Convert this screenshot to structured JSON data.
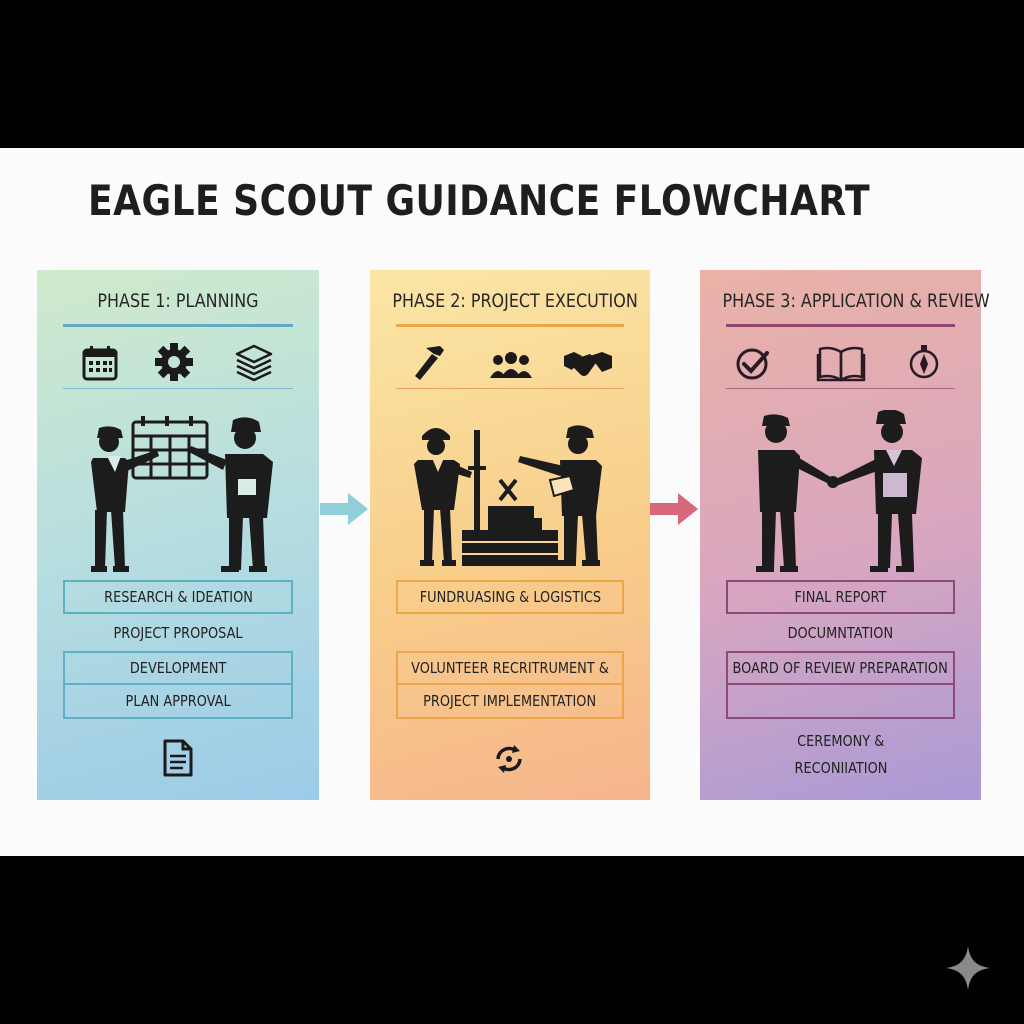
{
  "title": "EAGLE SCOUT GUIDANCE FLOWCHART",
  "colors": {
    "phase1_accent": "#63a9c6",
    "phase2_accent": "#eba64a",
    "phase3_accent": "#93456f",
    "phase2_arrow": "#8fcfd9",
    "phase3_arrow": "#d9677a"
  },
  "phases": [
    {
      "title": "PHASE 1: PLANNING",
      "icons": [
        "calendar-icon",
        "gear-icon",
        "layers-icon"
      ],
      "steps": [
        "RESEARCH & IDEATION",
        "PROJECT PROPOSAL",
        "DEVELOPMENT",
        "PLAN APPROVAL"
      ],
      "footer_icon": "document-icon"
    },
    {
      "title": "PHASE 2: PROJECT EXECUTION",
      "icons": [
        "hammer-icon",
        "team-icon",
        "handshake-icon"
      ],
      "steps": [
        "FUNDRUASING & LOGISTICS",
        "VOLUNTEER RECRITRUMENT &",
        "PROJECT IMPLEMENTATION"
      ],
      "footer_icon": "cycle-icon"
    },
    {
      "title": "PHASE 3: APPLICATION & REVIEW",
      "icons": [
        "check-circle-icon",
        "book-icon",
        "compass-icon"
      ],
      "steps": [
        "FINAL REPORT",
        "DOCUMNTATION",
        "BOARD OF REVIEW PREPARATION",
        "CEREMONY &",
        "RECONIIATION"
      ]
    }
  ]
}
